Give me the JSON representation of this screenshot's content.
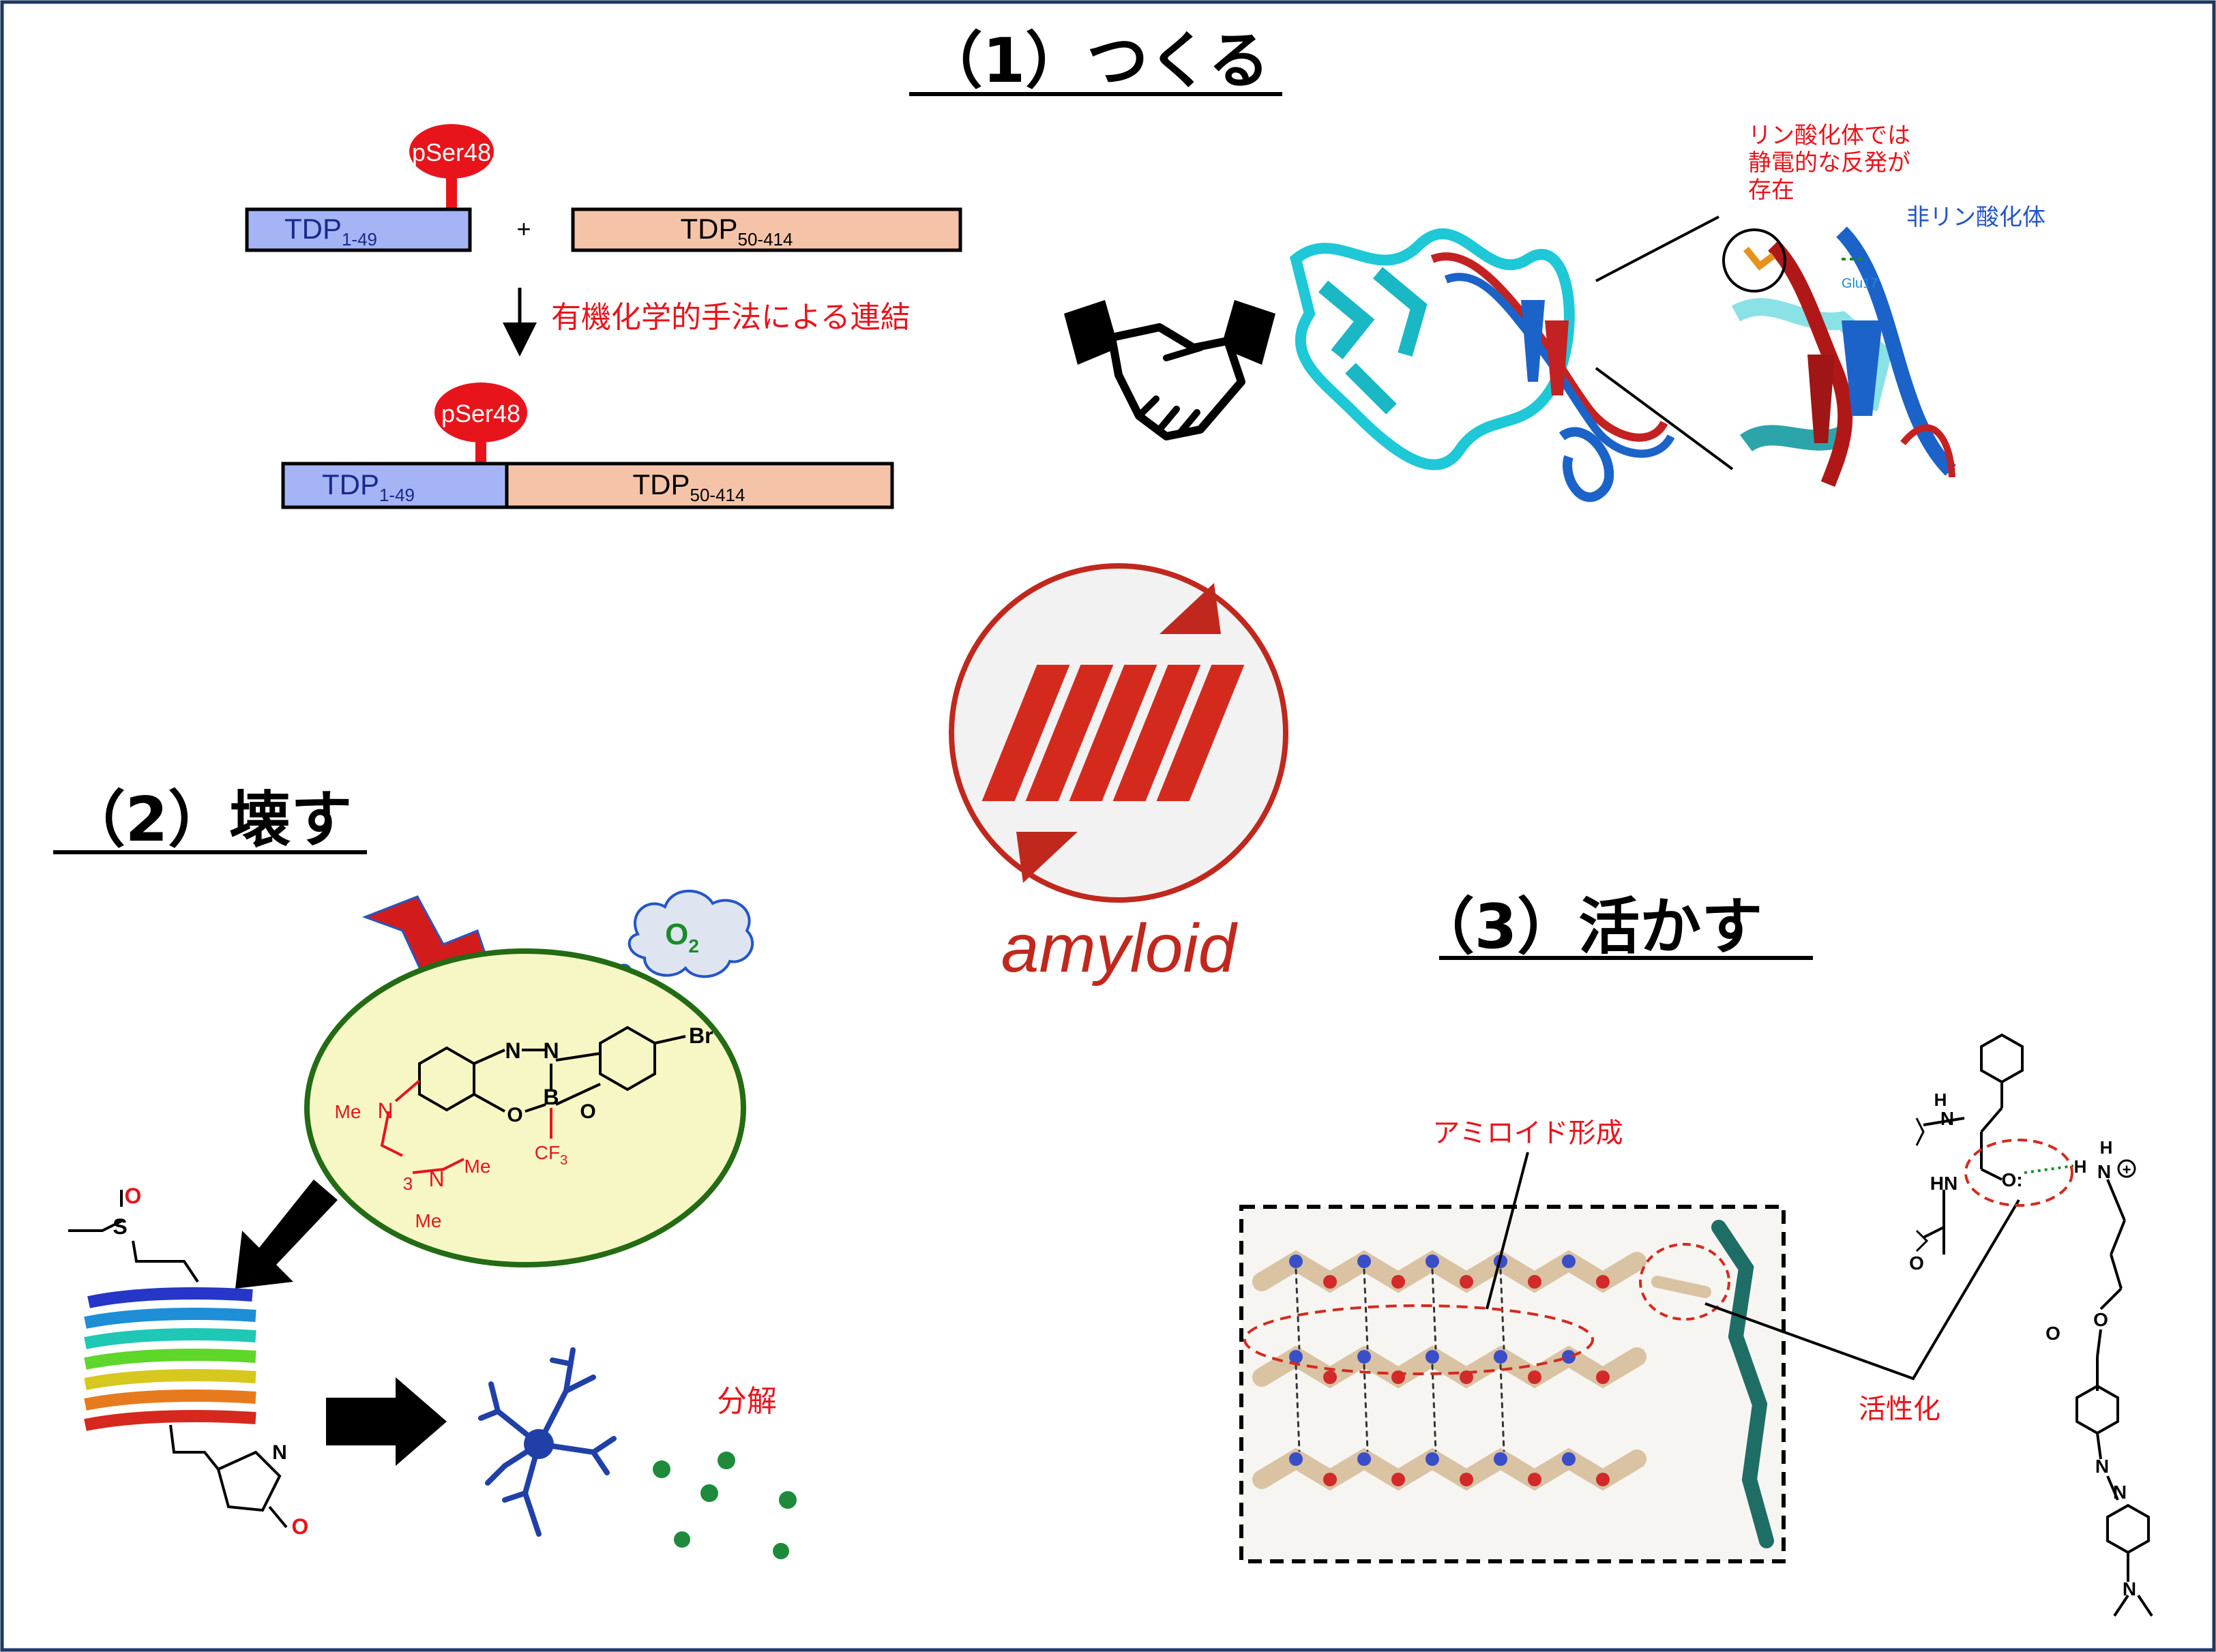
{
  "sections": {
    "s1": {
      "title": "（1）つくる"
    },
    "s2": {
      "title": "（2）壊す"
    },
    "s3": {
      "title": "（3）活かす"
    }
  },
  "center": {
    "label": "amyloid"
  },
  "synthesis": {
    "pser": "pSer48",
    "tdp_a_main": "TDP",
    "tdp_a_sub": "1-49",
    "tdp_b_main": "TDP",
    "tdp_b_sub": "50-414",
    "plus": "+",
    "ligation": "有機化学的手法による連結"
  },
  "structure": {
    "note_line1": "リン酸化体では",
    "note_line2": "静電的な反発が",
    "note_line3": "存在",
    "nonphos": "非リン酸化体",
    "glu": "Glu17"
  },
  "catalyst": {
    "o2": "O",
    "o2_sub": "2",
    "br": "Br",
    "n1": "N",
    "n2": "N",
    "b": "B",
    "o1": "O",
    "o2b": "O",
    "cf3": "CF",
    "cf3_sub": "3",
    "me1": "Me",
    "n3": "N",
    "me2": "Me",
    "n4": "N",
    "me3": "Me",
    "num3": "3"
  },
  "degrade": {
    "label": "分解",
    "s": "S",
    "o": "O",
    "n": "N",
    "o2": "O"
  },
  "amyloid_box": {
    "formation": "アミロイド形成",
    "activation": "活性化"
  },
  "molecule": {
    "h1": "H",
    "n1": "N",
    "hn": "HN",
    "o1": "O:",
    "h2": "H",
    "n2": "N",
    "h3": "H",
    "o2": "O",
    "o3": "O",
    "o4": "O",
    "n3": "N",
    "n4": "N",
    "n5": "N"
  },
  "colors": {
    "red": "#e8141c",
    "blue_box": "#a5b4f5",
    "salmon_box": "#f5c4a8",
    "dark_red": "#c0281e",
    "green_ring": "#236b14",
    "yellow_fill": "#f7f7c5",
    "green_text": "#1a8b2a",
    "struct_blue": "#2456c8"
  }
}
